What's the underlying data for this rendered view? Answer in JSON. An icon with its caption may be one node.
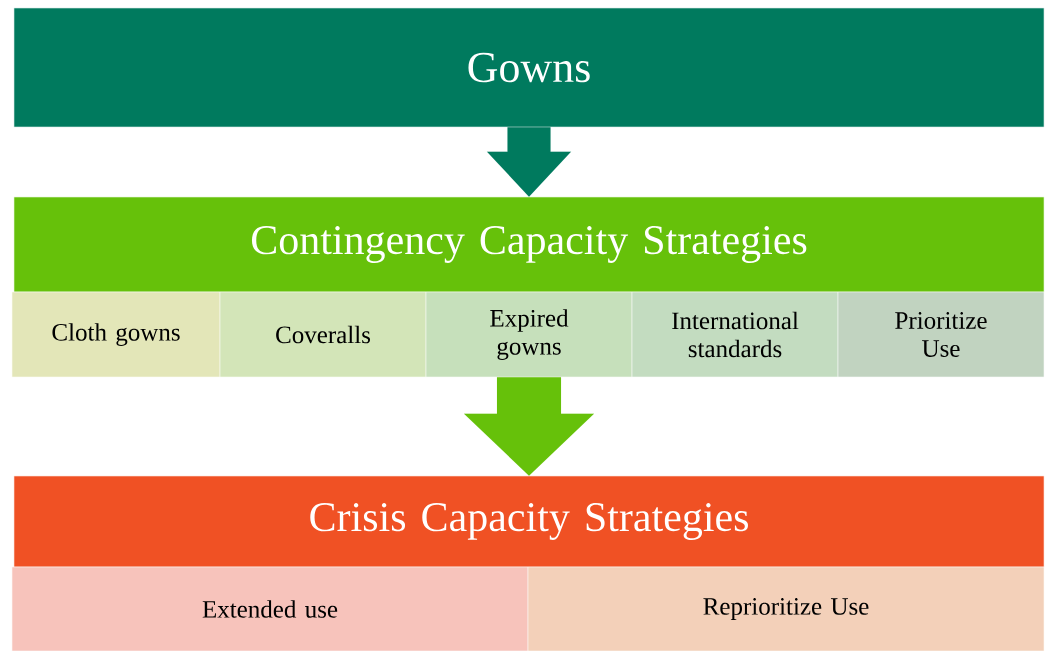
{
  "diagram": {
    "nodes": [
      {
        "text": [
          "Gowns"
        ]
      },
      {
        "text": [
          "Contingency Capacity Strategies"
        ]
      },
      {
        "text": [
          "Cloth gowns"
        ]
      },
      {
        "text": [
          "Coveralls"
        ]
      },
      {
        "text": [
          "Expired gowns"
        ]
      },
      {
        "text": [
          "International standards"
        ]
      },
      {
        "text": [
          "Prioritize Use"
        ]
      },
      {
        "text": [
          "Crisis Capacity Strategies"
        ]
      },
      {
        "text": [
          "Extended use"
        ]
      },
      {
        "text": [
          "Reprioritize Use"
        ]
      }
    ],
    "edges": [
      {
        "from": 0,
        "to": 1,
        "arrow": "to",
        "color": "#007a5e"
      },
      {
        "from": 4,
        "to": 7,
        "arrow": "to",
        "color": "#66c10a"
      }
    ]
  }
}
